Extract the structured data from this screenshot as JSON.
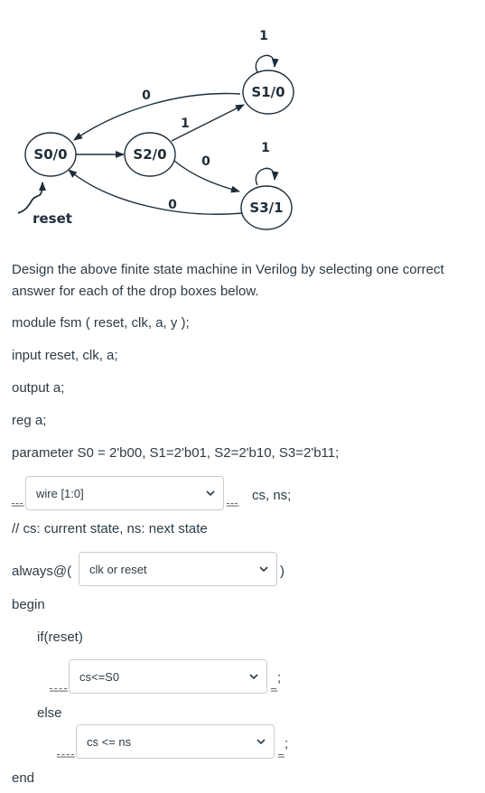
{
  "diagram": {
    "states": {
      "s0": "S0/0",
      "s1": "S1/0",
      "s2": "S2/0",
      "s3": "S3/1"
    },
    "transitions": {
      "s1_self": "1",
      "s1_to_s0": "0",
      "s2_to_s1": "1",
      "s2_to_s3": "0",
      "s3_self": "1",
      "s3_to_s0": "0"
    },
    "reset_label": "reset"
  },
  "question": {
    "prompt": "Design the above finite state machine in Verilog by selecting one correct answer for each of the drop boxes below."
  },
  "code": {
    "module_line": "module   fsm ( reset, clk,  a,  y );",
    "input_line": "input    reset, clk, a;",
    "output_line": "output   a;",
    "reg_line": "reg         a;",
    "parameter_line": "parameter  S0 = 2'b00, S1=2'b01, S2=2'b10, S3=2'b11;",
    "cs_ns_tail": "cs, ns;",
    "comment_line": "// cs: current state,   ns: next state",
    "always_prefix": "always@(",
    "always_suffix": ")",
    "begin": "begin",
    "if_reset": "if(reset)",
    "else": "else",
    "end": "end",
    "semicolon": ";"
  },
  "dropdowns": {
    "decl": {
      "selected": "wire [1:0]"
    },
    "sensitivity": {
      "selected": "clk or reset"
    },
    "reset_assign": {
      "selected": "cs<=S0"
    },
    "else_assign": {
      "selected": "cs <= ns"
    }
  },
  "blanks": {
    "decl_before": "__",
    "decl_after": "__",
    "reset_before": "___",
    "reset_after": "_",
    "else_before": "___",
    "else_after": "_"
  },
  "colors": {
    "text": "#2d3b45",
    "border": "#c7cdd1",
    "diagram": "#1f2d38"
  }
}
